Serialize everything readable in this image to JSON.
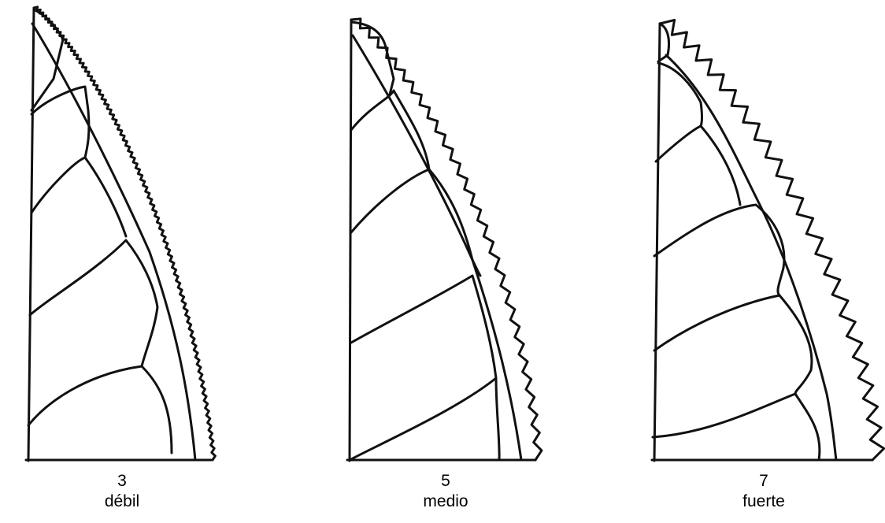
{
  "panels": [
    {
      "value": "3",
      "label": "débil"
    },
    {
      "value": "5",
      "label": "medio"
    },
    {
      "value": "7",
      "label": "fuerte"
    }
  ]
}
